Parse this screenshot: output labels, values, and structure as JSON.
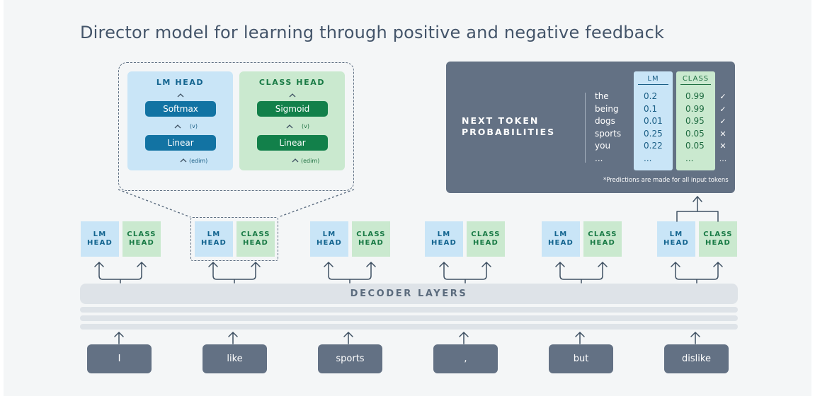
{
  "title": "Director model for learning through positive and negative feedback",
  "detail": {
    "lm_head": {
      "title": "LM HEAD",
      "top_block": "Softmax",
      "mid_label": "(v)",
      "bottom_block": "Linear",
      "bottom_label": "(edim)"
    },
    "class_head": {
      "title": "CLASS HEAD",
      "top_block": "Sigmoid",
      "mid_label": "(v)",
      "bottom_block": "Linear",
      "bottom_label": "(edim)"
    }
  },
  "probabilities": {
    "label_line1": "NEXT TOKEN",
    "label_line2": "PROBABILITIES",
    "lm_header": "LM",
    "class_header": "CLASS",
    "rows": [
      {
        "token": "the",
        "lm": "0.2",
        "class": "0.99",
        "mark": "✓"
      },
      {
        "token": "being",
        "lm": "0.1",
        "class": "0.99",
        "mark": "✓"
      },
      {
        "token": "dogs",
        "lm": "0.01",
        "class": "0.95",
        "mark": "✓"
      },
      {
        "token": "sports",
        "lm": "0.25",
        "class": "0.05",
        "mark": "✕"
      },
      {
        "token": "you",
        "lm": "0.22",
        "class": "0.05",
        "mark": "✕"
      },
      {
        "token": "...",
        "lm": "...",
        "class": "...",
        "mark": "..."
      }
    ],
    "footnote": "*Predictions are made for all input tokens"
  },
  "head_row": {
    "lm_line1": "LM",
    "lm_line2": "HEAD",
    "class_line1": "CLASS",
    "class_line2": "HEAD"
  },
  "decoder_label": "DECODER LAYERS",
  "tokens": [
    "I",
    "like",
    "sports",
    ",",
    "but",
    "dislike"
  ],
  "colors": {
    "lm_fill": "#c9e5f7",
    "class_fill": "#cae9cf",
    "lm_accent": "#1273a3",
    "class_accent": "#12804a",
    "dark_slate": "#637184",
    "decoder_fill": "#dee3e8"
  }
}
